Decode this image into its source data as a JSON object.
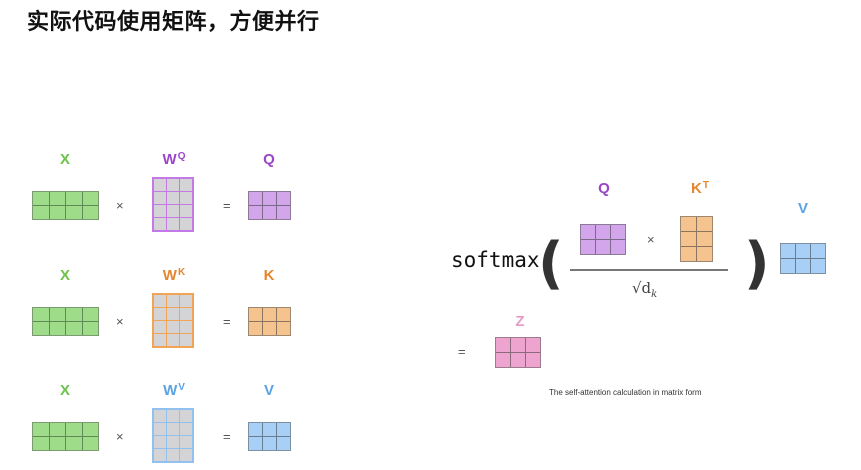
{
  "title": "实际代码使用矩阵，方便并行",
  "colors": {
    "green": "#6cc24a",
    "green_fill": "#9fdc8a",
    "purple": "#9b45c9",
    "purple_fill": "#d3a6ec",
    "purple_border": "#c47ae6",
    "orange": "#e5862e",
    "orange_fill": "#f5c48e",
    "orange_border": "#f0a455",
    "blue": "#5aa2e3",
    "blue_fill": "#a8cff5",
    "blue_border": "#93c1ef",
    "pink": "#e89ac7",
    "pink_fill": "#eda4cf",
    "grey_cell": "#d4d4d6"
  },
  "left_rows": [
    {
      "input_label": "X",
      "weight_label": "W",
      "weight_sup": "Q",
      "output_label": "Q",
      "times": "×",
      "equals": "="
    },
    {
      "input_label": "X",
      "weight_label": "W",
      "weight_sup": "K",
      "output_label": "K",
      "times": "×",
      "equals": "="
    },
    {
      "input_label": "X",
      "weight_label": "W",
      "weight_sup": "V",
      "output_label": "V",
      "times": "×",
      "equals": "="
    }
  ],
  "formula": {
    "function": "softmax",
    "open_paren": "(",
    "close_paren": ")",
    "q_label": "Q",
    "k_label": "K",
    "k_sup": "T",
    "times": "×",
    "denominator": "√d",
    "denominator_sub": "k",
    "v_label": "V",
    "equals": "=",
    "z_label": "Z",
    "caption": "The self-attention calculation in matrix form"
  }
}
